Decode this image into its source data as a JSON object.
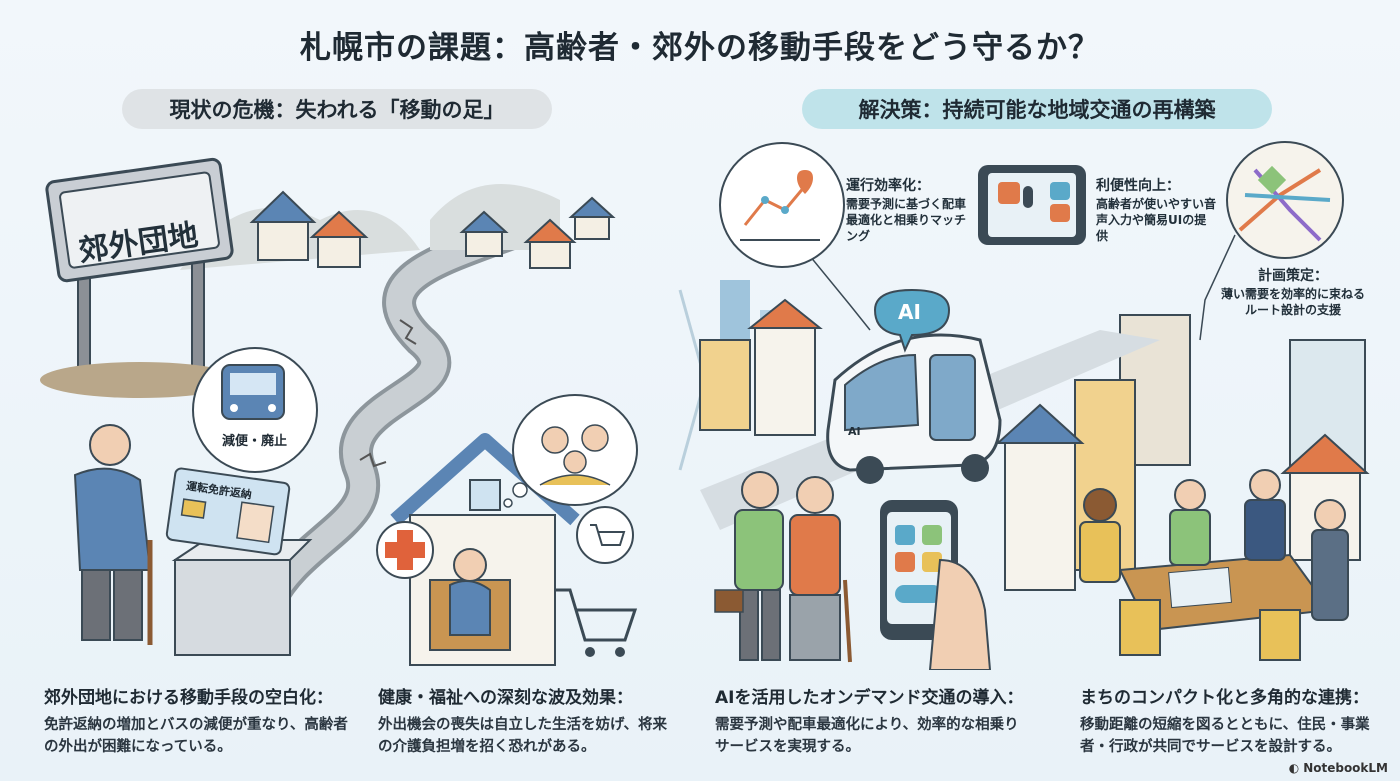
{
  "title": "札幌市の課題：高齢者・郊外の移動手段をどう守るか？",
  "left_header": "現状の危機：失われる「移動の足」",
  "right_header": "解決策：持続可能な地域交通の再構築",
  "sign_text": "郊外団地",
  "bus_bubble_text": "減便・廃止",
  "license_text": "運転免許返納",
  "ai_badge": "AI",
  "bus_side_text": "AI",
  "callouts": {
    "efficiency": {
      "heading": "運行効率化：",
      "body": "需要予測に基づく配車最適化と相乗りマッチング"
    },
    "convenience": {
      "heading": "利便性向上：",
      "body": "高齢者が使いやすい音声入力や簡易UIの提供"
    },
    "planning": {
      "heading": "計画策定：",
      "body": "薄い需要を効率的に束ねるルート設計の支援"
    }
  },
  "captions": [
    {
      "heading": "郊外団地における移動手段の空白化：",
      "body": "免許返納の増加とバスの減便が重なり、高齢者の外出が困難になっている。"
    },
    {
      "heading": "健康・福祉への深刻な波及効果：",
      "body": "外出機会の喪失は自立した生活を妨げ、将来の介護負担増を招く恐れがある。"
    },
    {
      "heading": "AIを活用したオンデマンド交通の導入：",
      "body": "需要予測や配車最適化により、効率的な相乗りサービスを実現する。"
    },
    {
      "heading": "まちのコンパクト化と多角的な連携：",
      "body": "移動距離の短縮を図るとともに、住民・事業者・行政が共同でサービスを設計する。"
    }
  ],
  "footer_logo": "NotebookLM"
}
